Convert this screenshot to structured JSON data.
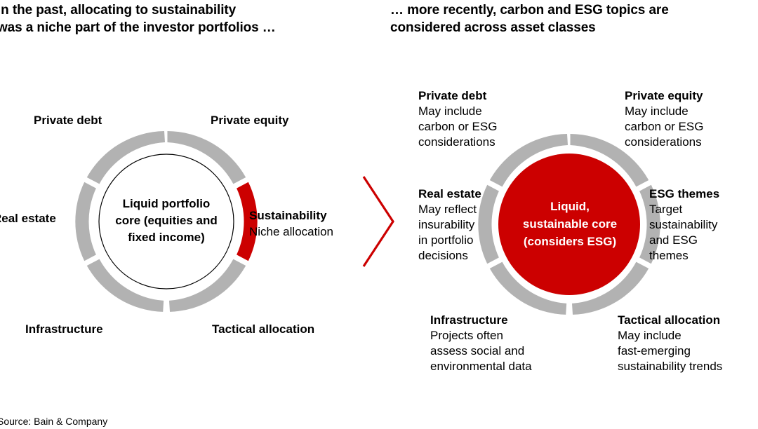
{
  "headings": {
    "left": "In the past, allocating to sustainability\nwas a niche part of the investor portfolios …",
    "right": "… more recently, carbon and ESG topics are\nconsidered across asset classes"
  },
  "source": "Source: Bain & Company",
  "colors": {
    "accent_red": "#CC0000",
    "segment_gray": "#B2B2B2",
    "core_outline": "#000000",
    "text": "#000000",
    "core_text_right": "#FFFFFF"
  },
  "left_diagram": {
    "core_label": "Liquid portfolio\ncore (equities and\nfixed income)",
    "segments": [
      {
        "label": "Private equity",
        "color": "#B2B2B2",
        "position": "top-right"
      },
      {
        "label": "Sustainability",
        "color": "#CC0000",
        "position": "right",
        "sublabel": "Niche allocation"
      },
      {
        "label": "Tactical allocation",
        "color": "#B2B2B2",
        "position": "bottom-right"
      },
      {
        "label": "Infrastructure",
        "color": "#B2B2B2",
        "position": "bottom-left"
      },
      {
        "label": "Real estate",
        "color": "#B2B2B2",
        "position": "left"
      },
      {
        "label": "Private debt",
        "color": "#B2B2B2",
        "position": "top-left"
      }
    ]
  },
  "right_diagram": {
    "core_label": "Liquid,\nsustainable core\n(considers ESG)",
    "core_color": "#CC0000",
    "callouts": [
      {
        "title": "Private debt",
        "body": "May include\ncarbon or ESG\nconsiderations",
        "position": "top-left"
      },
      {
        "title": "Private equity",
        "body": "May include\ncarbon or ESG\nconsiderations",
        "position": "top-right"
      },
      {
        "title": "Real estate",
        "body": "May reflect\ninsurability\nin portfolio\ndecisions",
        "position": "left"
      },
      {
        "title": "ESG themes",
        "body": "Target\nsustainability\nand ESG\nthemes",
        "position": "right"
      },
      {
        "title": "Infrastructure",
        "body": "Projects often\nassess social and\nenvironmental data",
        "position": "bottom-left"
      },
      {
        "title": "Tactical allocation",
        "body": "May include\nfast-emerging\nsustainability trends",
        "position": "bottom-right"
      }
    ]
  },
  "chevron": {
    "name": "transition-chevron",
    "color": "#CC0000"
  }
}
